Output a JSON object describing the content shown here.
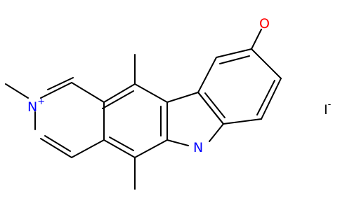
{
  "molecule": {
    "atoms": {
      "ring_n": "N",
      "ring_n_charge": "+",
      "indole_n": "N",
      "oxygen": "O",
      "iodine": "I",
      "iodine_charge": "-"
    }
  },
  "colors": {
    "bond": "#000000",
    "nitrogen": "#0000ff",
    "oxygen": "#ff0000",
    "iodine": "#000000"
  }
}
